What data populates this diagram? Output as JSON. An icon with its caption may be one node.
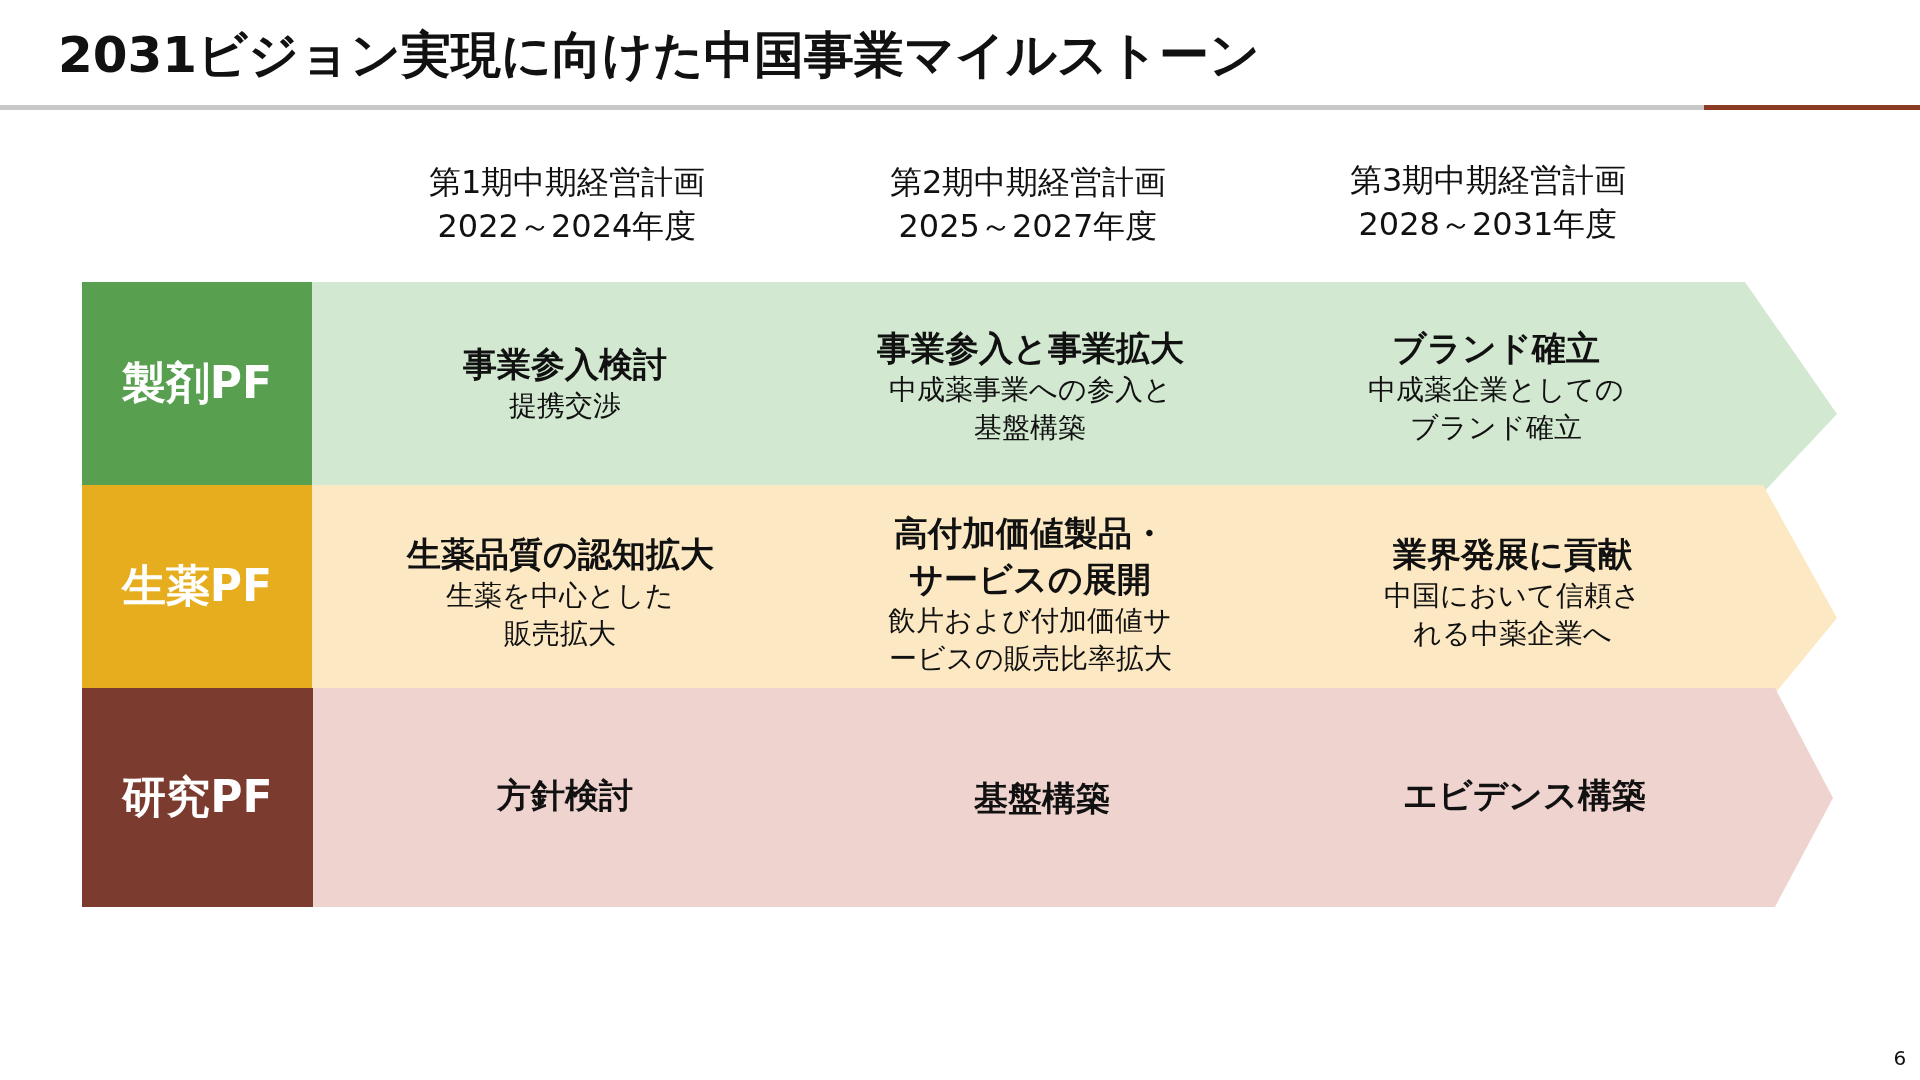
{
  "diagram": {
    "title": "2031ビジョン実現に向けた中国事業マイルストーン",
    "nodes": [
      {
        "text": [
          "製剤PF"
        ]
      },
      {
        "text": [],
        "shape": "chevron"
      },
      {
        "text": [
          "事業参入検討",
          "提携交渉"
        ],
        "in": 1
      },
      {
        "text": [
          "事業参入と事業拡大",
          "中成薬事業への参入と基盤構築"
        ],
        "in": 1
      },
      {
        "text": [
          "ブランド確立",
          "中成薬企業としてのブランド確立"
        ],
        "in": 1
      },
      {
        "text": [
          "生薬PF"
        ]
      },
      {
        "text": [],
        "shape": "chevron"
      },
      {
        "text": [
          "生薬品質の認知拡大",
          "生薬を中心とした販売拡大"
        ],
        "in": 6
      },
      {
        "text": [
          "高付加価値製品・サービスの展開",
          "飲片および付加価値サービスの販売比率拡大"
        ],
        "in": 6
      },
      {
        "text": [
          "業界発展に貢献",
          "中国において信頼される中薬企業へ"
        ],
        "in": 6
      },
      {
        "text": [
          "研究PF"
        ]
      },
      {
        "text": [],
        "shape": "chevron"
      },
      {
        "text": [
          "方針検討"
        ],
        "in": 11
      },
      {
        "text": [
          "基盤構築"
        ],
        "in": 11
      },
      {
        "text": [
          "エビデンス構築"
        ],
        "in": 11
      }
    ],
    "edges": [],
    "labels": [
      "第1期中期経営計画",
      "2022～2024年度",
      "第2期中期経営計画",
      "2025～2027年度",
      "第3期中期経営計画",
      "2028～2031年度",
      "6"
    ]
  }
}
